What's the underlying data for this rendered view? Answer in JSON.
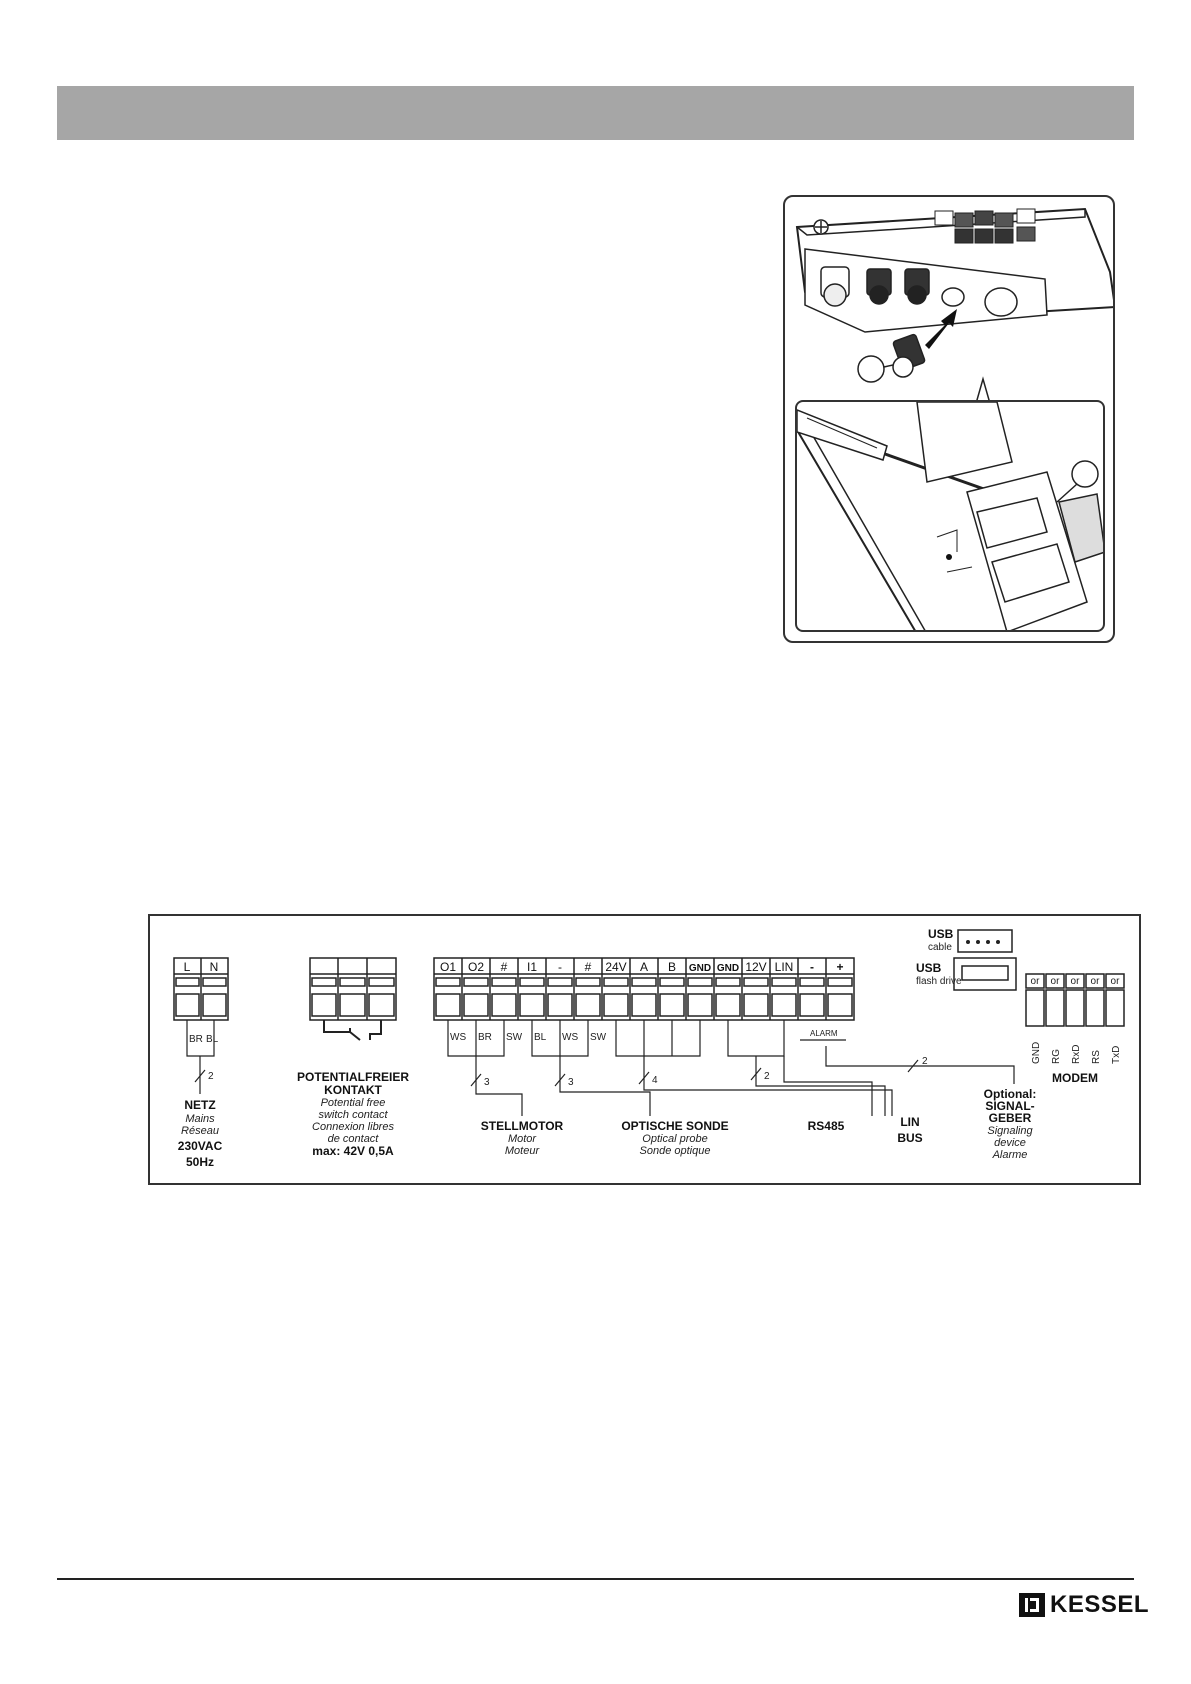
{
  "brand": {
    "logo_text": "KESSEL"
  },
  "figure": {
    "callout_1": "",
    "callout_2": ""
  },
  "diagram": {
    "netz": {
      "terminals": [
        "L",
        "N"
      ],
      "wires": [
        "BR",
        "BL"
      ],
      "count": "2",
      "title": "NETZ",
      "sub1": "Mains",
      "sub2": "Réseau",
      "spec1": "230VAC",
      "spec2": "50Hz"
    },
    "potential": {
      "title1": "POTENTIALFREIER",
      "title2": "KONTAKT",
      "sub1": "Potential free",
      "sub2": "switch contact",
      "sub3": "Connexion libres",
      "sub4": "de contact",
      "spec": "max: 42V 0,5A"
    },
    "main_terminals": [
      "O1",
      "O2",
      "#",
      "I1",
      "-",
      "#",
      "24V",
      "A",
      "B",
      "GND",
      "GND",
      "12V",
      "LIN",
      "-",
      "+"
    ],
    "wire_labels": [
      "WS",
      "BR",
      "SW",
      "BL",
      "WS",
      "SW"
    ],
    "alarm": "ALARM",
    "counts": {
      "stellmotor": "3",
      "sonde": "3",
      "rs485_in": "4",
      "rs485": "2",
      "alarm": "2"
    },
    "stellmotor": {
      "title": "STELLMOTOR",
      "sub1": "Motor",
      "sub2": "Moteur"
    },
    "sonde": {
      "title": "OPTISCHE SONDE",
      "sub1": "Optical probe",
      "sub2": "Sonde optique"
    },
    "rs485": {
      "title": "RS485"
    },
    "lin": {
      "title1": "LIN",
      "title2": "BUS"
    },
    "signal": {
      "title1": "Optional:",
      "title2": "SIGNAL-",
      "title3": "GEBER",
      "sub1": "Signaling",
      "sub2": "device",
      "sub3": "Alarme"
    },
    "usb": {
      "cable_title": "USB",
      "cable_sub": "cable",
      "flash_title": "USB",
      "flash_sub": "flash drive"
    },
    "modem": {
      "title": "MODEM",
      "top_labels": [
        "or",
        "or",
        "or",
        "or",
        "or"
      ],
      "pins": [
        "GND",
        "RG",
        "RxD",
        "RS",
        "TxD"
      ]
    }
  }
}
